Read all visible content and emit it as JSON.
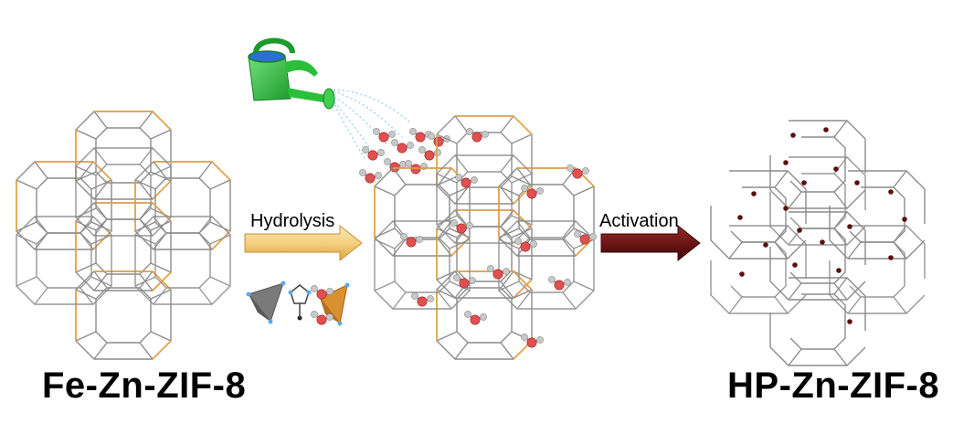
{
  "labels": {
    "left_material": "Fe-Zn-ZIF-8",
    "right_material": "HP-Zn-ZIF-8",
    "step1": "Hydrolysis",
    "step2": "Activation"
  },
  "colors": {
    "framework_gray": "#8c8c8c",
    "fe_orange": "#e8a040",
    "oxygen_red": "#e05050",
    "hydrogen_gray": "#b0b0b0",
    "defect_site": "#5a1010",
    "arrow_hydrolysis": "#f5cf80",
    "arrow_activation": "#6e1515",
    "can_green": "#2ecc40",
    "can_blue": "#2a6fd6",
    "water_drops": "#9fd0f0"
  },
  "icons": [
    "watering-can-icon",
    "tetrahedra-imidazole-icon",
    "water-molecule-icon"
  ]
}
